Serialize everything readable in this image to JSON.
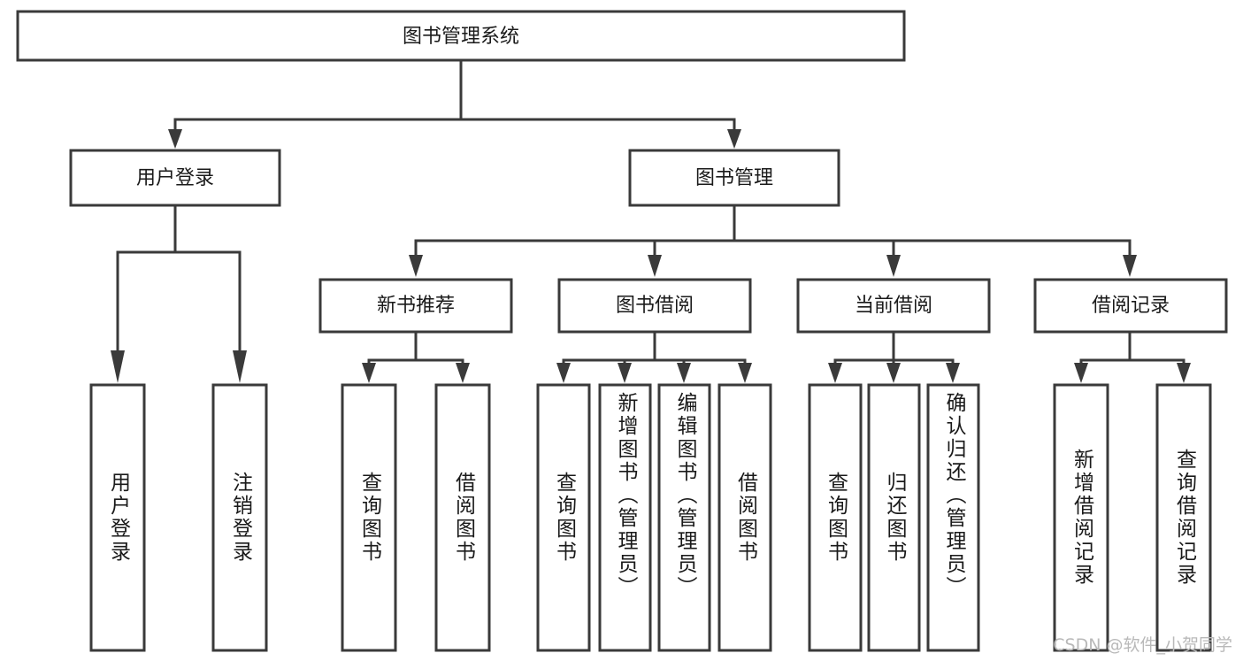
{
  "diagram": {
    "title": "图书管理系统",
    "type": "tree",
    "orientation": "top-down",
    "colors": {
      "box_border": "#3a3a3a",
      "box_fill": "#ffffff",
      "connector": "#3a3a3a",
      "text": "#1a1a1a",
      "watermark": "#b9b9b9",
      "background": "#ffffff"
    },
    "root": {
      "label": "图书管理系统",
      "orient": "horizontal"
    },
    "level2": [
      {
        "label": "用户登录",
        "orient": "horizontal"
      },
      {
        "label": "图书管理",
        "orient": "horizontal"
      }
    ],
    "level3": [
      {
        "label": "新书推荐",
        "orient": "horizontal",
        "parent": "图书管理"
      },
      {
        "label": "图书借阅",
        "orient": "horizontal",
        "parent": "图书管理"
      },
      {
        "label": "当前借阅",
        "orient": "horizontal",
        "parent": "图书管理"
      },
      {
        "label": "借阅记录",
        "orient": "horizontal",
        "parent": "图书管理"
      }
    ],
    "leaves": {
      "user_login": [
        {
          "label": "用户登录",
          "orient": "vertical"
        },
        {
          "label": "注销登录",
          "orient": "vertical"
        }
      ],
      "new_book_recommend": [
        {
          "label": "查询图书",
          "orient": "vertical"
        },
        {
          "label": "借阅图书",
          "orient": "vertical"
        }
      ],
      "book_borrow": [
        {
          "label": "查询图书",
          "orient": "vertical"
        },
        {
          "label": "新增图书（管理员）",
          "orient": "vertical"
        },
        {
          "label": "编辑图书（管理员）",
          "orient": "vertical"
        },
        {
          "label": "借阅图书",
          "orient": "vertical"
        }
      ],
      "current_borrow": [
        {
          "label": "查询图书",
          "orient": "vertical"
        },
        {
          "label": "归还图书",
          "orient": "vertical"
        },
        {
          "label": "确认归还（管理员）",
          "orient": "vertical"
        }
      ],
      "borrow_record": [
        {
          "label": "新增借阅记录",
          "orient": "vertical"
        },
        {
          "label": "查询借阅记录",
          "orient": "vertical"
        }
      ]
    },
    "watermark": "CSDN @软件_小贺同学"
  }
}
